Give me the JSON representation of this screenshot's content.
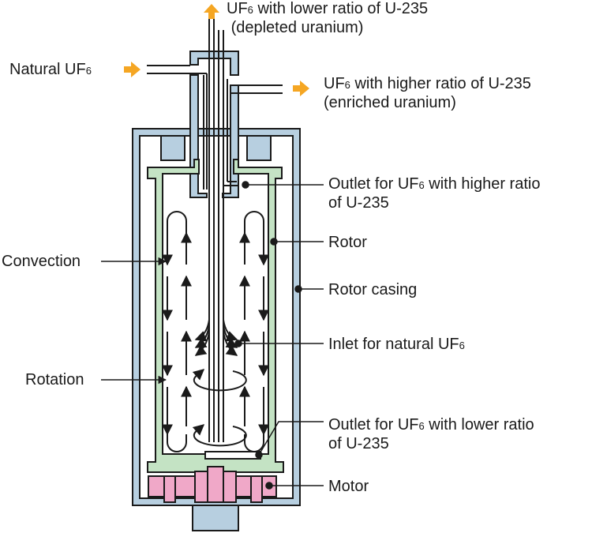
{
  "diagram": {
    "title": "Gas centrifuge for uranium enrichment",
    "colors": {
      "casing": "#b7cfe0",
      "rotor": "#c4e3c4",
      "motor": "#f0a8c8",
      "flow_arrow": "#f5a623",
      "line": "#1a1a1a"
    },
    "flows": {
      "depleted": {
        "pre": "UF",
        "sub": "6",
        "post": " with lower ratio of U-235",
        "line2": "(depleted uranium)"
      },
      "natural": {
        "pre": "Natural UF",
        "sub": "6"
      },
      "enriched": {
        "pre": "UF",
        "sub": "6",
        "post": " with higher ratio of U-235",
        "line2": "(enriched uranium)"
      }
    },
    "labels": {
      "outlet_higher": {
        "pre": "Outlet for UF",
        "sub": "6",
        "post": " with higher ratio",
        "line2": "of U-235"
      },
      "rotor": "Rotor",
      "rotor_casing": "Rotor casing",
      "inlet_natural": {
        "pre": "Inlet for natural UF",
        "sub": "6"
      },
      "outlet_lower": {
        "pre": "Outlet for UF",
        "sub": "6",
        "post": " with lower ratio",
        "line2": "of U-235"
      },
      "motor": "Motor",
      "convection": "Convection",
      "rotation": "Rotation"
    }
  }
}
